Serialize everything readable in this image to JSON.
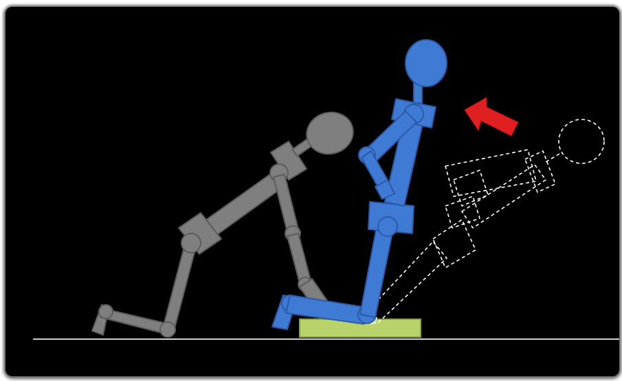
{
  "figure": {
    "background_color": "#000000",
    "frame_shadow_color": "#7a7a7a",
    "ground_line_color": "#cfcfcf",
    "figures": [
      {
        "role": "kneeling-helper",
        "style": "solid",
        "color": "#7f7f7f",
        "outline": "#5c5c5c"
      },
      {
        "role": "standing-person",
        "style": "solid",
        "color": "#3f7bd4",
        "outline": "#2a5aa8"
      },
      {
        "role": "reclined-person-previous-position",
        "style": "dashed-outline",
        "color": "#ffffff"
      }
    ],
    "support_pad": {
      "color": "#b8d36a",
      "outline": "#8aa33f"
    },
    "arrow": {
      "color": "#e02020",
      "direction": "up-left"
    }
  }
}
